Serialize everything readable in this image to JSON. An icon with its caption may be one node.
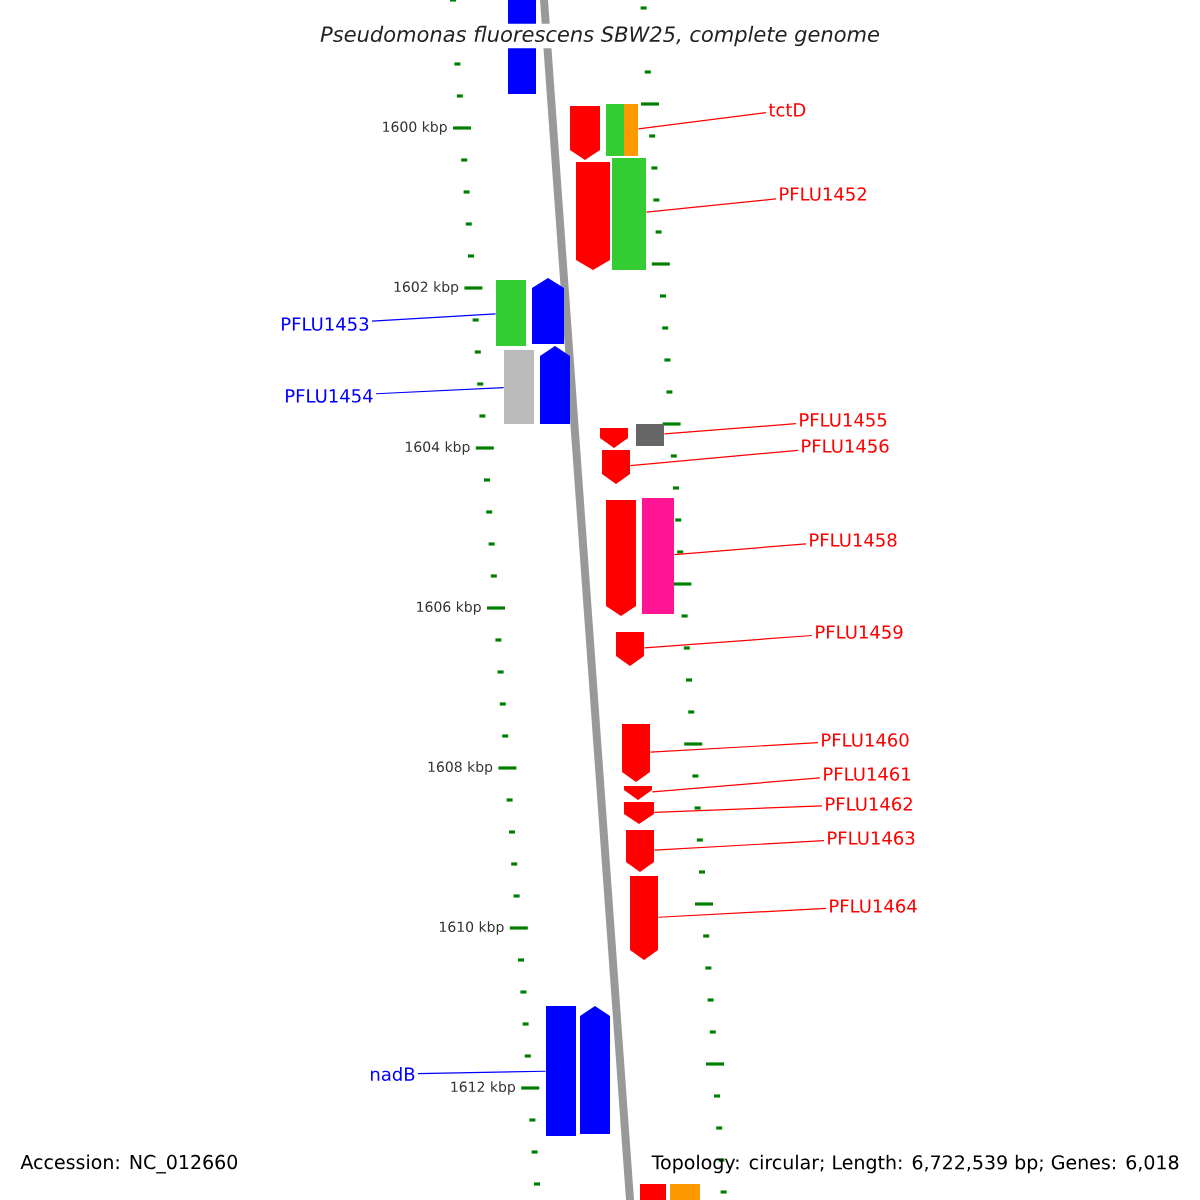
{
  "diagram": {
    "title": "Pseudomonas fluorescens SBW25, complete genome",
    "nodes": [
      {
        "text": [
          "tctD"
        ]
      },
      {
        "text": [],
        "shape": "box"
      },
      {
        "text": [
          "PFLU1452"
        ]
      },
      {
        "text": [],
        "shape": "box"
      },
      {
        "text": [
          "PFLU1453"
        ]
      },
      {
        "text": [],
        "shape": "box"
      },
      {
        "text": [
          "PFLU1454"
        ]
      },
      {
        "text": [],
        "shape": "box"
      },
      {
        "text": [
          "PFLU1455"
        ]
      },
      {
        "text": [],
        "shape": "box"
      },
      {
        "text": [
          "PFLU1456"
        ]
      },
      {
        "text": [],
        "shape": "arrow"
      },
      {
        "text": [
          "PFLU1458"
        ]
      },
      {
        "text": [],
        "shape": "box"
      },
      {
        "text": [
          "PFLU1459"
        ]
      },
      {
        "text": [],
        "shape": "arrow"
      },
      {
        "text": [
          "PFLU1460"
        ]
      },
      {
        "text": [],
        "shape": "arrow"
      },
      {
        "text": [
          "PFLU1461"
        ]
      },
      {
        "text": [],
        "shape": "arrow"
      },
      {
        "text": [
          "PFLU1462"
        ]
      },
      {
        "text": [],
        "shape": "arrow"
      },
      {
        "text": [
          "PFLU1463"
        ]
      },
      {
        "text": [],
        "shape": "arrow"
      },
      {
        "text": [
          "PFLU1464"
        ]
      },
      {
        "text": [],
        "shape": "arrow"
      },
      {
        "text": [
          "nadB"
        ]
      },
      {
        "text": [],
        "shape": "box"
      },
      {
        "text": [],
        "shape": "arrow"
      },
      {
        "text": [],
        "shape": "arrow"
      },
      {
        "text": [],
        "shape": "box"
      },
      {
        "text": [],
        "shape": "arrow"
      },
      {
        "text": [],
        "shape": "arrow"
      },
      {
        "text": [],
        "shape": "box"
      },
      {
        "text": [],
        "shape": "arrow"
      },
      {
        "text": [],
        "shape": "arrow"
      },
      {
        "text": [],
        "shape": "arrow"
      },
      {
        "text": [],
        "shape": "box"
      },
      {
        "text": [],
        "shape": "box"
      }
    ],
    "edges": [
      {
        "from": 0,
        "to": 1,
        "arrow": "none"
      },
      {
        "from": 2,
        "to": 3,
        "arrow": "none"
      },
      {
        "from": 4,
        "to": 5,
        "arrow": "none",
        "color": "#0000ff"
      },
      {
        "from": 6,
        "to": 7,
        "arrow": "none",
        "color": "#0000ff"
      },
      {
        "from": 8,
        "to": 9,
        "arrow": "none"
      },
      {
        "from": 10,
        "to": 11,
        "arrow": "none"
      },
      {
        "from": 12,
        "to": 13,
        "arrow": "none"
      },
      {
        "from": 14,
        "to": 15,
        "arrow": "none"
      },
      {
        "from": 16,
        "to": 17,
        "arrow": "none"
      },
      {
        "from": 18,
        "to": 19,
        "arrow": "none"
      },
      {
        "from": 20,
        "to": 21,
        "arrow": "none"
      },
      {
        "from": 22,
        "to": 23,
        "arrow": "none"
      },
      {
        "from": 24,
        "to": 25,
        "arrow": "none"
      },
      {
        "from": 26,
        "to": 27,
        "arrow": "none",
        "color": "#0000ff"
      }
    ],
    "labels": [
      "1600 kbp",
      "1602 kbp",
      "1604 kbp",
      "1606 kbp",
      "1608 kbp",
      "1610 kbp",
      "1612 kbp",
      "Accession: NC_012660",
      "Topology: circular; Length: 6,722,539 bp; Genes: 6,018"
    ]
  }
}
